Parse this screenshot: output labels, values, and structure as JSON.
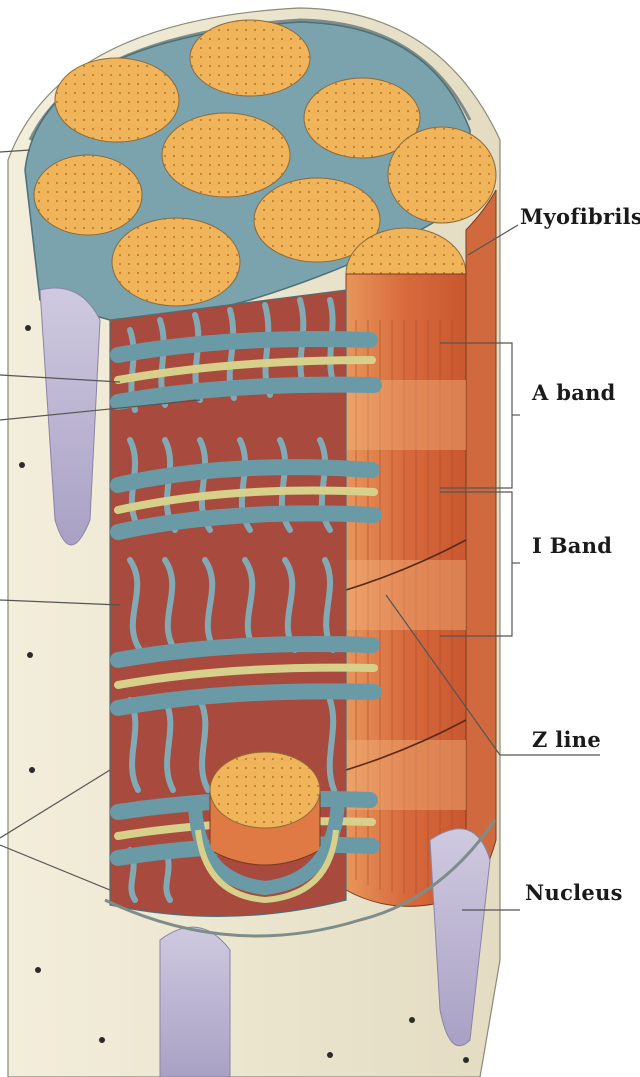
{
  "labels": {
    "myofibrils": "Myofibrils",
    "a_band": "A band",
    "i_band": "I Band",
    "z_line": "Z line",
    "nucleus": "Nucleus"
  },
  "colors": {
    "background": "#ffffff",
    "sarcolemma": "#ede6cf",
    "myofibril_top": "#f0b45a",
    "myofibril_side": "#d9763e",
    "reticulum": "#6a9aa6",
    "t_tubule": "#d6d08a",
    "nucleus": "#b9b3cf",
    "leader_line": "#555555"
  },
  "icons": {
    "diagram": "muscle-fiber-cross-section-illustration"
  }
}
